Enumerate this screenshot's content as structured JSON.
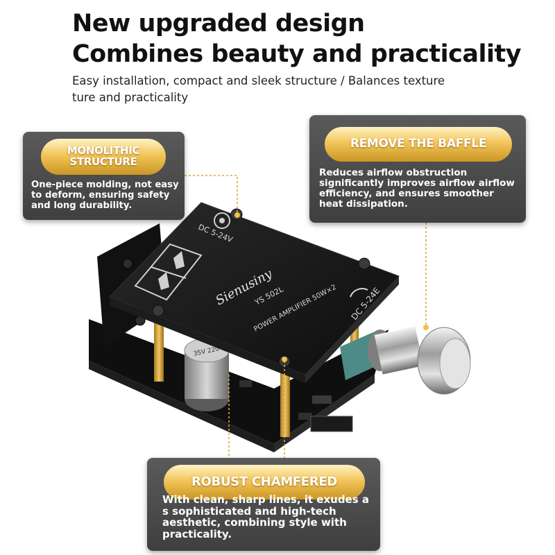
{
  "heading": {
    "line1": "New upgraded design",
    "line2": "Combines beauty and practicality"
  },
  "subheading": {
    "line1": "Easy installation, compact and sleek structure / Balances texture",
    "line2": "ture and practicality"
  },
  "callouts": {
    "monolithic": {
      "title_line1": "MONOLITHIC",
      "title_line2": "STRUCTURE",
      "body": "One-piece molding, not easy to deform, ensuring safety and long durability."
    },
    "baffle": {
      "title": "REMOVE THE BAFFLE",
      "body": "Reduces airflow obstruction significantly improves airflow airflow efficiency, and ensures smoother heat dissipation."
    },
    "chamfered": {
      "title": "ROBUST CHAMFERED",
      "body": "With clean, sharp lines, it exudes a s sophisticated and high-tech aesthetic, combining style with practicality."
    }
  },
  "board": {
    "brand": "Sienusiny",
    "model": "YS 502L",
    "label": "POWER AMPLIFIER 50W×2",
    "dc_label": "DC 5-24V",
    "knob_label": "DC 5-24E",
    "capacitor_text": "35V 220"
  },
  "colors": {
    "pill_gold": "#f3c55a",
    "callout_gray": "#4a4a4a",
    "board_black": "#141414",
    "guide_line_gold": "#d9a93a"
  }
}
